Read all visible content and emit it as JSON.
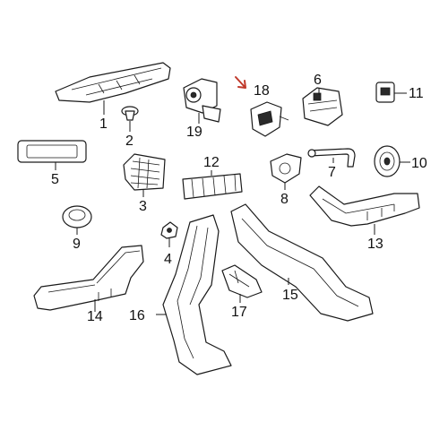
{
  "callouts": {
    "c1": "1",
    "c2": "2",
    "c3": "3",
    "c4": "4",
    "c5": "5",
    "c6": "6",
    "c7": "7",
    "c8": "8",
    "c9": "9",
    "c10": "10",
    "c11": "11",
    "c12": "12",
    "c13": "13",
    "c14": "14",
    "c15": "15",
    "c16": "16",
    "c17": "17",
    "c18": "18",
    "c19": "19"
  },
  "colors": {
    "line": "#1a1a1a",
    "highlight": "#c0392b"
  }
}
